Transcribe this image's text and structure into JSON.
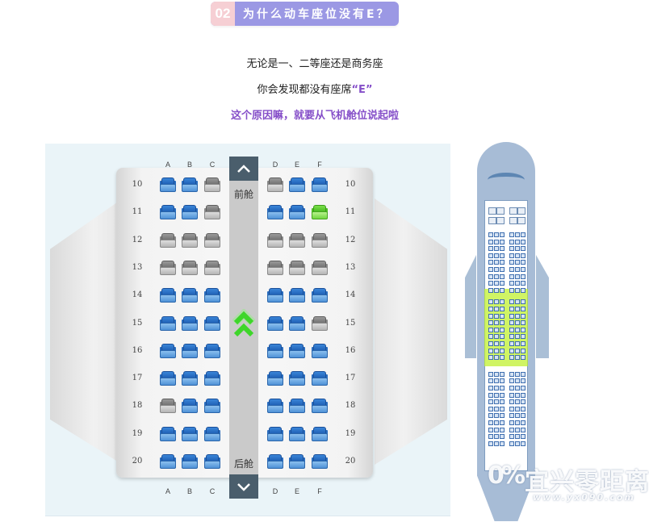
{
  "header": {
    "number": "02",
    "title": "为什么动车座位没有E？",
    "badge_color": "#9b98e4",
    "number_bg_color": "#f6cfd4"
  },
  "intro": {
    "line1": "无论是一、二等座还是商务座",
    "line2_prefix": "你会发现都没有座席",
    "line2_highlight": "“E”",
    "line3": "这个原因嘛，就要从飞机舱位说起啦",
    "accent_color": "#8650c9"
  },
  "seat_map": {
    "columns_left": [
      "A",
      "B",
      "C"
    ],
    "columns_right": [
      "D",
      "E",
      "F"
    ],
    "aisle": {
      "front_label": "前舱",
      "rear_label": "后舱",
      "up_button": "chevron-up-icon",
      "down_button": "chevron-down-icon",
      "direction_indicator": "double-chevron-up-icon"
    },
    "legend_colors": {
      "available": "#2a6ec0",
      "occupied": "#8a8a8a",
      "selected": "#4fbf24"
    },
    "rows": [
      {
        "row": "10",
        "seats": [
          "available",
          "available",
          "occupied",
          "occupied",
          "available",
          "available"
        ]
      },
      {
        "row": "11",
        "seats": [
          "available",
          "available",
          "occupied",
          "available",
          "available",
          "selected"
        ]
      },
      {
        "row": "12",
        "seats": [
          "occupied",
          "occupied",
          "occupied",
          "occupied",
          "occupied",
          "occupied"
        ]
      },
      {
        "row": "13",
        "seats": [
          "occupied",
          "occupied",
          "occupied",
          "occupied",
          "occupied",
          "occupied"
        ]
      },
      {
        "row": "14",
        "seats": [
          "available",
          "available",
          "available",
          "available",
          "available",
          "available"
        ]
      },
      {
        "row": "15",
        "seats": [
          "available",
          "available",
          "available",
          "available",
          "available",
          "occupied"
        ]
      },
      {
        "row": "16",
        "seats": [
          "available",
          "available",
          "available",
          "available",
          "available",
          "available"
        ]
      },
      {
        "row": "17",
        "seats": [
          "available",
          "available",
          "available",
          "available",
          "available",
          "available"
        ]
      },
      {
        "row": "18",
        "seats": [
          "occupied",
          "available",
          "available",
          "available",
          "available",
          "available"
        ]
      },
      {
        "row": "19",
        "seats": [
          "available",
          "available",
          "available",
          "available",
          "available",
          "available"
        ]
      },
      {
        "row": "20",
        "seats": [
          "available",
          "available",
          "available",
          "available",
          "available",
          "available"
        ]
      }
    ]
  },
  "mini_map": {
    "first_class_rows": 2,
    "economy_rows_before_highlight": 7,
    "highlighted_rows": 11,
    "economy_rows_after_highlight": 11,
    "highlight_color": "#bef028"
  },
  "watermark": {
    "logo": "0%",
    "name": "宜兴零距离",
    "url": "www.yx090.com"
  }
}
